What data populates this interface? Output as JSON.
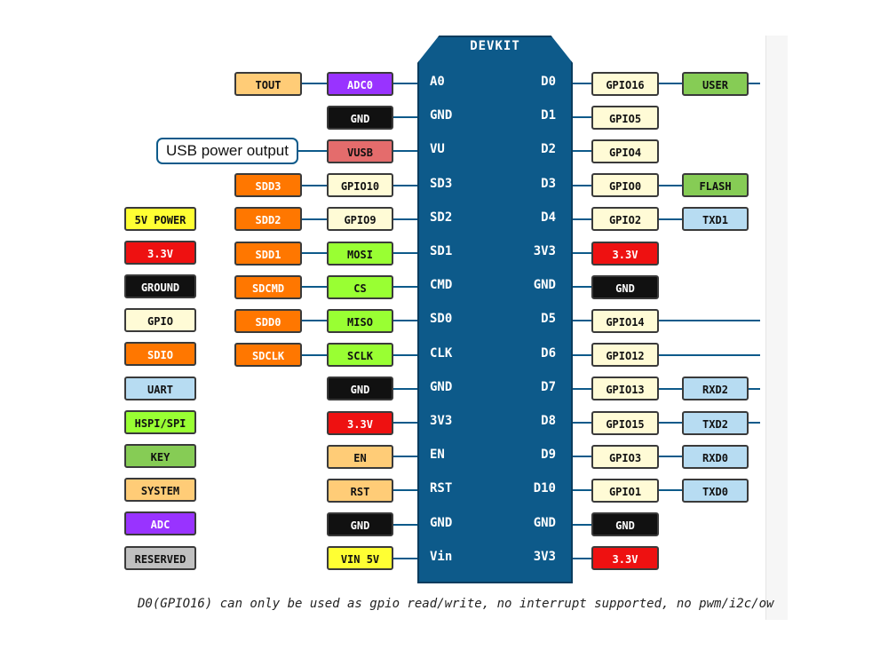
{
  "board": {
    "title": "DEVKIT"
  },
  "colors": {
    "board": "#0d5a8a",
    "connector": "#0d5a8a",
    "categories": {
      "power5v": "#ffff33",
      "power33": "#ee1111",
      "ground": "#111111",
      "gpio": "#fffbd6",
      "sdio": "#ff7700",
      "uart": "#b7dcf2",
      "spi": "#99ff33",
      "key": "#86cc55",
      "system": "#ffcc77",
      "adc": "#9933ff",
      "reserved": "#c0c0c0",
      "vusb": "#e46c6c"
    }
  },
  "left_pins": [
    {
      "pin": "A0",
      "func": "ADC0",
      "func_cat": "adc",
      "extra": "TOUT",
      "extra_cat": "system"
    },
    {
      "pin": "GND",
      "func": "GND",
      "func_cat": "ground",
      "extra": "",
      "extra_cat": ""
    },
    {
      "pin": "VU",
      "func": "VUSB",
      "func_cat": "vusb",
      "extra": "",
      "extra_cat": ""
    },
    {
      "pin": "SD3",
      "func": "GPIO10",
      "func_cat": "gpio",
      "extra": "SDD3",
      "extra_cat": "sdio"
    },
    {
      "pin": "SD2",
      "func": "GPIO9",
      "func_cat": "gpio",
      "extra": "SDD2",
      "extra_cat": "sdio"
    },
    {
      "pin": "SD1",
      "func": "MOSI",
      "func_cat": "spi",
      "extra": "SDD1",
      "extra_cat": "sdio"
    },
    {
      "pin": "CMD",
      "func": "CS",
      "func_cat": "spi",
      "extra": "SDCMD",
      "extra_cat": "sdio"
    },
    {
      "pin": "SD0",
      "func": "MISO",
      "func_cat": "spi",
      "extra": "SDD0",
      "extra_cat": "sdio"
    },
    {
      "pin": "CLK",
      "func": "SCLK",
      "func_cat": "spi",
      "extra": "SDCLK",
      "extra_cat": "sdio"
    },
    {
      "pin": "GND",
      "func": "GND",
      "func_cat": "ground",
      "extra": "",
      "extra_cat": ""
    },
    {
      "pin": "3V3",
      "func": "3.3V",
      "func_cat": "power33",
      "extra": "",
      "extra_cat": ""
    },
    {
      "pin": "EN",
      "func": "EN",
      "func_cat": "system",
      "extra": "",
      "extra_cat": ""
    },
    {
      "pin": "RST",
      "func": "RST",
      "func_cat": "system",
      "extra": "",
      "extra_cat": ""
    },
    {
      "pin": "GND",
      "func": "GND",
      "func_cat": "ground",
      "extra": "",
      "extra_cat": ""
    },
    {
      "pin": "Vin",
      "func": "VIN 5V",
      "func_cat": "power5v",
      "extra": "",
      "extra_cat": ""
    }
  ],
  "right_pins": [
    {
      "pin": "D0",
      "func": "GPIO16",
      "func_cat": "gpio",
      "extra": "USER",
      "extra_cat": "key",
      "line": true
    },
    {
      "pin": "D1",
      "func": "GPIO5",
      "func_cat": "gpio",
      "extra": "",
      "extra_cat": "",
      "line": false
    },
    {
      "pin": "D2",
      "func": "GPIO4",
      "func_cat": "gpio",
      "extra": "",
      "extra_cat": "",
      "line": false
    },
    {
      "pin": "D3",
      "func": "GPIO0",
      "func_cat": "gpio",
      "extra": "FLASH",
      "extra_cat": "key",
      "line": false
    },
    {
      "pin": "D4",
      "func": "GPIO2",
      "func_cat": "gpio",
      "extra": "TXD1",
      "extra_cat": "uart",
      "line": false
    },
    {
      "pin": "3V3",
      "func": "3.3V",
      "func_cat": "power33",
      "extra": "",
      "extra_cat": "",
      "line": false
    },
    {
      "pin": "GND",
      "func": "GND",
      "func_cat": "ground",
      "extra": "",
      "extra_cat": "",
      "line": false
    },
    {
      "pin": "D5",
      "func": "GPIO14",
      "func_cat": "gpio",
      "extra": "",
      "extra_cat": "",
      "line": true
    },
    {
      "pin": "D6",
      "func": "GPIO12",
      "func_cat": "gpio",
      "extra": "",
      "extra_cat": "",
      "line": true
    },
    {
      "pin": "D7",
      "func": "GPIO13",
      "func_cat": "gpio",
      "extra": "RXD2",
      "extra_cat": "uart",
      "line": true
    },
    {
      "pin": "D8",
      "func": "GPIO15",
      "func_cat": "gpio",
      "extra": "TXD2",
      "extra_cat": "uart",
      "line": true
    },
    {
      "pin": "D9",
      "func": "GPIO3",
      "func_cat": "gpio",
      "extra": "RXD0",
      "extra_cat": "uart",
      "line": false
    },
    {
      "pin": "D10",
      "func": "GPIO1",
      "func_cat": "gpio",
      "extra": "TXD0",
      "extra_cat": "uart",
      "line": false
    },
    {
      "pin": "GND",
      "func": "GND",
      "func_cat": "ground",
      "extra": "",
      "extra_cat": "",
      "line": false
    },
    {
      "pin": "3V3",
      "func": "3.3V",
      "func_cat": "power33",
      "extra": "",
      "extra_cat": "",
      "line": false
    }
  ],
  "legend": [
    {
      "label": "5V POWER",
      "cat": "power5v"
    },
    {
      "label": "3.3V",
      "cat": "power33"
    },
    {
      "label": "GROUND",
      "cat": "ground"
    },
    {
      "label": "GPIO",
      "cat": "gpio"
    },
    {
      "label": "SDIO",
      "cat": "sdio"
    },
    {
      "label": "UART",
      "cat": "uart"
    },
    {
      "label": "HSPI/SPI",
      "cat": "spi"
    },
    {
      "label": "KEY",
      "cat": "key"
    },
    {
      "label": "SYSTEM",
      "cat": "system"
    },
    {
      "label": "ADC",
      "cat": "adc"
    },
    {
      "label": "RESERVED",
      "cat": "reserved"
    }
  ],
  "usb_callout": "USB power output",
  "footnote": "D0(GPIO16) can only be used as gpio read/write, no interrupt supported, no pwm/i2c/ow"
}
